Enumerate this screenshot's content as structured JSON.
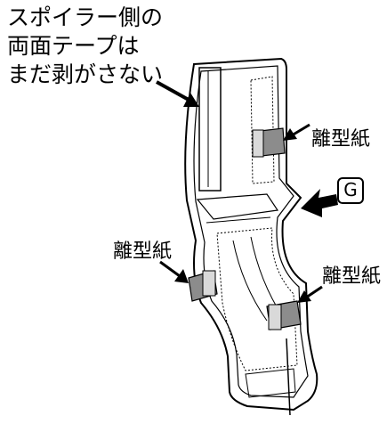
{
  "labels": {
    "spoiler_tape": [
      "スポイラー側の",
      "両面テープは",
      "まだ剥がさない"
    ],
    "release_paper_1": "離型紙",
    "release_paper_2": "離型紙",
    "release_paper_3": "離型紙",
    "view_marker": "G"
  },
  "colors": {
    "line": "#000000",
    "paper_fill": "#8c8c8c",
    "background": "#ffffff"
  }
}
